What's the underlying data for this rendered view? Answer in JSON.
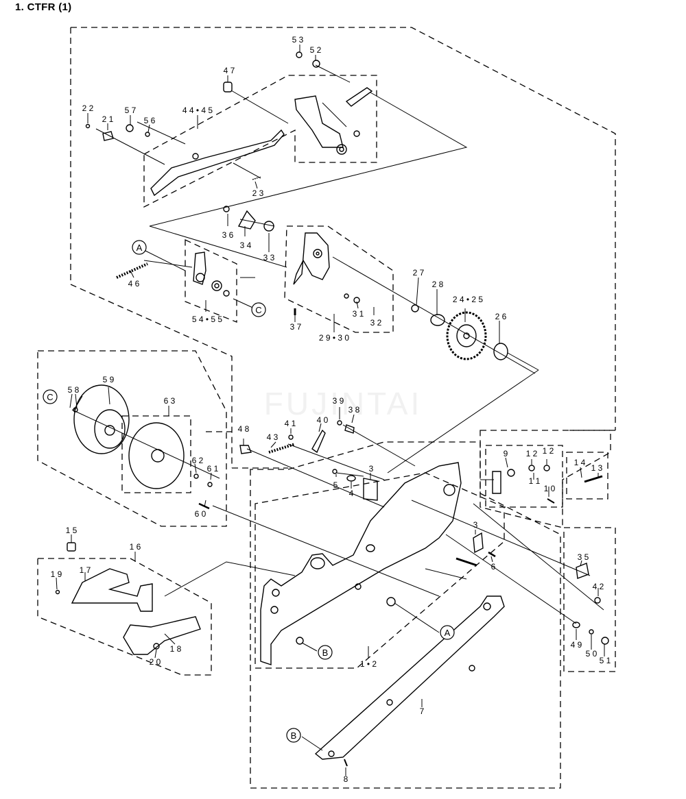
{
  "title": "1.  CTFR (1)",
  "watermark": "FUJINTAI",
  "callouts": [
    {
      "id": "callout-a-1",
      "letter": "A"
    },
    {
      "id": "callout-c-1",
      "letter": "C"
    },
    {
      "id": "callout-c-2",
      "letter": "C"
    },
    {
      "id": "callout-a-2",
      "letter": "A"
    },
    {
      "id": "callout-b-1",
      "letter": "B"
    },
    {
      "id": "callout-b-2",
      "letter": "B"
    }
  ],
  "part_labels": [
    {
      "name": "part-53",
      "text": "5 3"
    },
    {
      "name": "part-52",
      "text": "5 2"
    },
    {
      "name": "part-47",
      "text": "4 7"
    },
    {
      "name": "part-22",
      "text": "2 2"
    },
    {
      "name": "part-21",
      "text": "2 1"
    },
    {
      "name": "part-57",
      "text": "5 7"
    },
    {
      "name": "part-56",
      "text": "5 6"
    },
    {
      "name": "part-44-45",
      "text": "4 4 • 4 5"
    },
    {
      "name": "part-23",
      "text": "2 3"
    },
    {
      "name": "part-36",
      "text": "3 6"
    },
    {
      "name": "part-34",
      "text": "3 4"
    },
    {
      "name": "part-33",
      "text": "3 3"
    },
    {
      "name": "part-46",
      "text": "4 6"
    },
    {
      "name": "part-54-55",
      "text": "5 4 • 5 5"
    },
    {
      "name": "part-37",
      "text": "3 7"
    },
    {
      "name": "part-29-30",
      "text": "2 9 • 3 0"
    },
    {
      "name": "part-31",
      "text": "3 1"
    },
    {
      "name": "part-32",
      "text": "3 2"
    },
    {
      "name": "part-27",
      "text": "2 7"
    },
    {
      "name": "part-28",
      "text": "2 8"
    },
    {
      "name": "part-24-25",
      "text": "2 4 • 2 5"
    },
    {
      "name": "part-26",
      "text": "2 6"
    },
    {
      "name": "part-59",
      "text": "5 9"
    },
    {
      "name": "part-58",
      "text": "5 8"
    },
    {
      "name": "part-63",
      "text": "6 3"
    },
    {
      "name": "part-62",
      "text": "6 2"
    },
    {
      "name": "part-61",
      "text": "6 1"
    },
    {
      "name": "part-60",
      "text": "6 0"
    },
    {
      "name": "part-48",
      "text": "4 8"
    },
    {
      "name": "part-43",
      "text": "4 3"
    },
    {
      "name": "part-41",
      "text": "4 1"
    },
    {
      "name": "part-39",
      "text": "3 9"
    },
    {
      "name": "part-40",
      "text": "4 0"
    },
    {
      "name": "part-38",
      "text": "3 8"
    },
    {
      "name": "part-3a",
      "text": "3"
    },
    {
      "name": "part-5",
      "text": "5"
    },
    {
      "name": "part-4",
      "text": "4"
    },
    {
      "name": "part-9",
      "text": "9"
    },
    {
      "name": "part-12a",
      "text": "1 2"
    },
    {
      "name": "part-12b",
      "text": "1 2"
    },
    {
      "name": "part-11",
      "text": "1 1"
    },
    {
      "name": "part-10",
      "text": "1 0"
    },
    {
      "name": "part-14",
      "text": "1 4"
    },
    {
      "name": "part-13",
      "text": "1 3"
    },
    {
      "name": "part-3b",
      "text": "3"
    },
    {
      "name": "part-6",
      "text": "6"
    },
    {
      "name": "part-35",
      "text": "3 5"
    },
    {
      "name": "part-42",
      "text": "4 2"
    },
    {
      "name": "part-49",
      "text": "4 9"
    },
    {
      "name": "part-50",
      "text": "5 0"
    },
    {
      "name": "part-51",
      "text": "5 1"
    },
    {
      "name": "part-1-2",
      "text": "1 • 2"
    },
    {
      "name": "part-7",
      "text": "7"
    },
    {
      "name": "part-8",
      "text": "8"
    },
    {
      "name": "part-15",
      "text": "1 5"
    },
    {
      "name": "part-16",
      "text": "1 6"
    },
    {
      "name": "part-19",
      "text": "1 9"
    },
    {
      "name": "part-17",
      "text": "1 7"
    },
    {
      "name": "part-18",
      "text": "1 8"
    },
    {
      "name": "part-20",
      "text": "2 0"
    }
  ]
}
